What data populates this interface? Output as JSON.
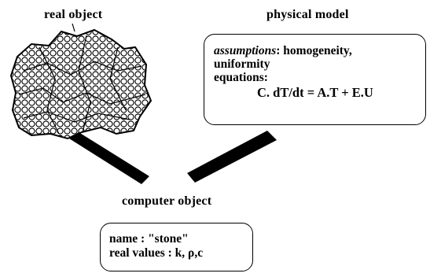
{
  "real_object": {
    "title": "real object"
  },
  "physical_model": {
    "title": "physical model",
    "assumptions_label": "assumptions",
    "assumptions_value": ": homogeneity,",
    "assumptions_value_cont": "uniformity",
    "equations_label": "equations:",
    "equation": "C. dT/dt = A.T + E.U"
  },
  "computer_object": {
    "title": "computer object",
    "name_line": "name : \"stone\"",
    "values_line": "real values : k, ρ,c"
  },
  "colors": {
    "ink": "#000000",
    "background": "#ffffff"
  }
}
